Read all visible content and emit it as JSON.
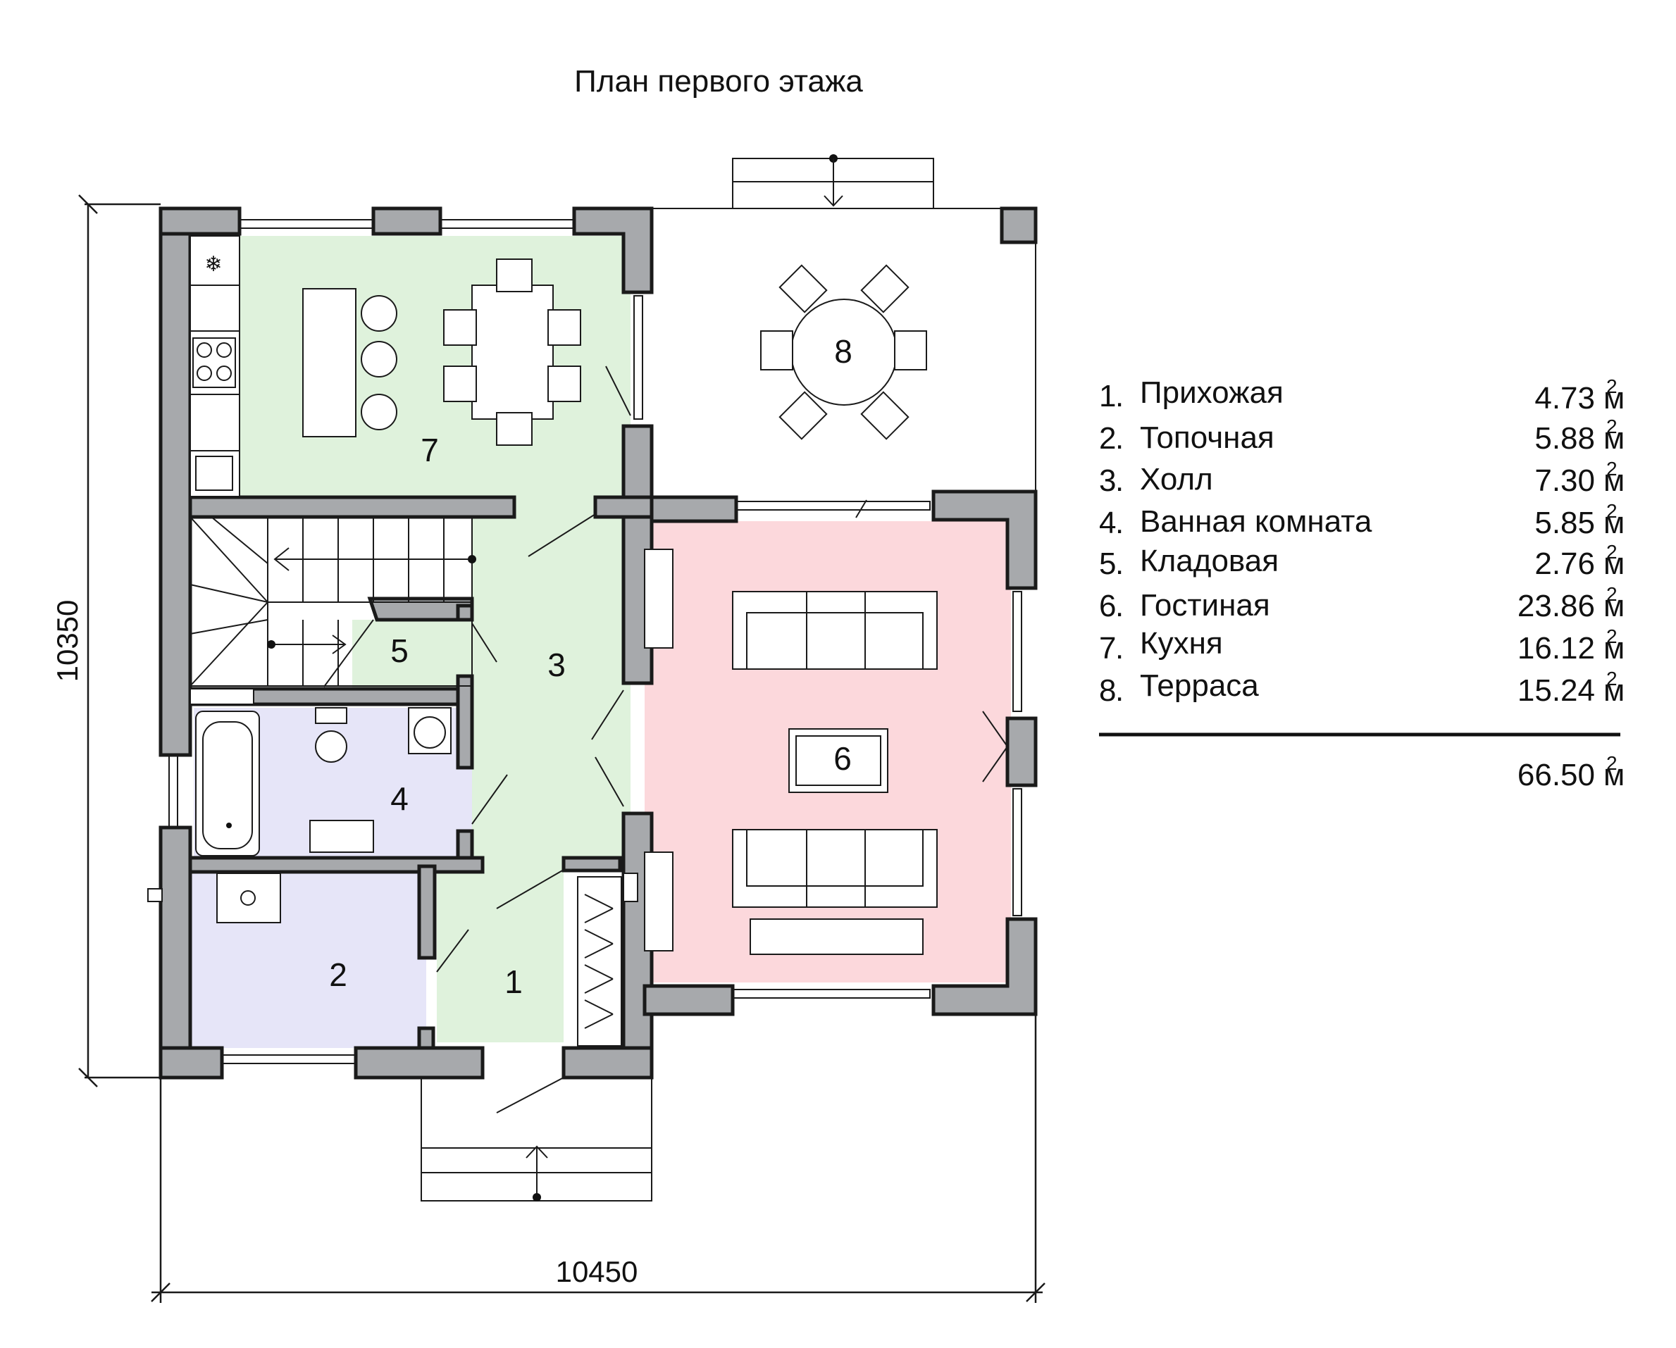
{
  "title": "План первого этажа",
  "dimensions": {
    "width": "10450",
    "height": "10350"
  },
  "rooms": [
    {
      "num": "1",
      "name": "Прихожая",
      "area": "4.73",
      "unit": "м",
      "sup": "2"
    },
    {
      "num": "2",
      "name": "Топочная",
      "area": "5.88",
      "unit": "м",
      "sup": "2"
    },
    {
      "num": "3",
      "name": "Холл",
      "area": "7.30",
      "unit": "м",
      "sup": "2"
    },
    {
      "num": "4",
      "name": "Ванная комната",
      "area": "5.85",
      "unit": "м",
      "sup": "2"
    },
    {
      "num": "5",
      "name": "Кладовая",
      "area": "2.76",
      "unit": "м",
      "sup": "2"
    },
    {
      "num": "6",
      "name": "Гостиная",
      "area": "23.86",
      "unit": "м",
      "sup": "2"
    },
    {
      "num": "7",
      "name": "Кухня",
      "area": "16.12",
      "unit": "м",
      "sup": "2"
    },
    {
      "num": "8",
      "name": "Терраса",
      "area": "15.24",
      "unit": "м",
      "sup": "2"
    }
  ],
  "total": {
    "area": "66.50",
    "unit": "м",
    "sup": "2"
  },
  "colors": {
    "kitchen": "#dff2dc",
    "hall": "#dff2dc",
    "living": "#fcd8dc",
    "bath": "#e6e5f8",
    "boiler": "#e6e5f8",
    "wall": "#a7a9ac"
  }
}
